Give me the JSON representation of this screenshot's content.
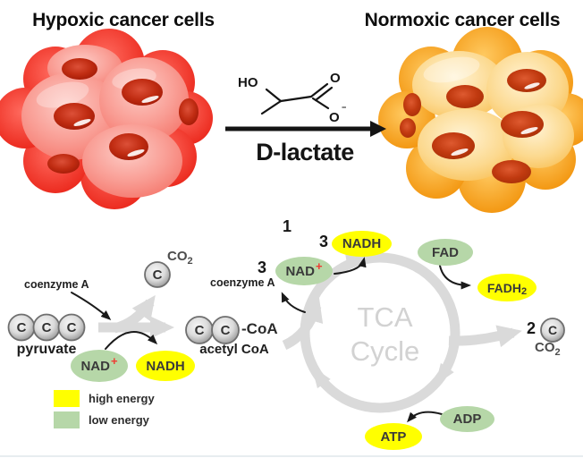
{
  "titles": {
    "hypoxic": "Hypoxic cancer cells",
    "normoxic": "Normoxic cancer cells"
  },
  "molecule": {
    "ho": "HO",
    "o_top": "O",
    "o_bottom": "O",
    "charge": "−",
    "name": "D-lactate"
  },
  "tca": {
    "line1": "TCA",
    "line2": "Cycle"
  },
  "labels": {
    "coenzyme_a_left": "coenzyme A",
    "coenzyme_a_cycle": "coenzyme A",
    "pyruvate": "pyruvate",
    "acetyl_coa": "acetyl CoA",
    "coa_suffix": "-CoA",
    "step_one": "1",
    "three_nad": "3",
    "three_nadh": "3",
    "two_co2": "2",
    "co2_base": "CO",
    "co2_sub": "2"
  },
  "carbons": {
    "c": "C"
  },
  "pills": {
    "nad_left": {
      "base": "NAD",
      "sup": "+"
    },
    "nadh_left": {
      "label": "NADH"
    },
    "nad_cycle": {
      "base": "NAD",
      "sup": "+"
    },
    "nadh_cycle": {
      "label": "NADH"
    },
    "fad": {
      "label": "FAD"
    },
    "fadh2": {
      "base": "FADH",
      "sub": "2"
    },
    "adp": {
      "label": "ADP"
    },
    "atp": {
      "label": "ATP"
    }
  },
  "legend": {
    "items": [
      {
        "swatch": "#ffff00",
        "label": "high energy"
      },
      {
        "swatch": "#b6d7a8",
        "label": "low energy"
      }
    ]
  },
  "colors": {
    "high_energy": "#ffff00",
    "low_energy": "#b6d7a8",
    "nad_plus_sign": "#ef3b33",
    "gray_flow": "#dadada",
    "hypoxic_cells": "#e71c10",
    "normoxic_cells": "#f5a01c"
  }
}
